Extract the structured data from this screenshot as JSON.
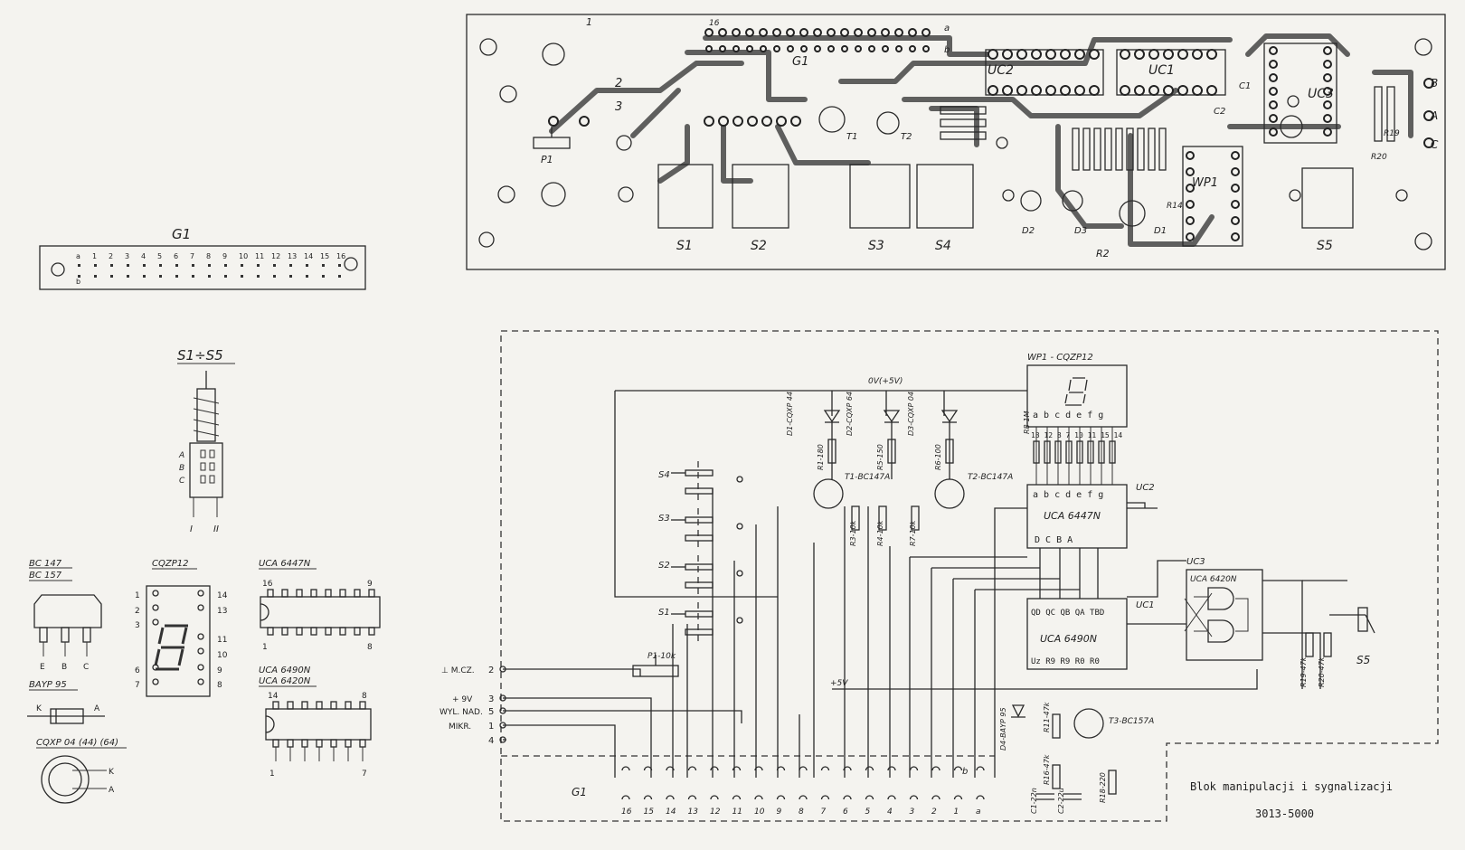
{
  "connector": {
    "title": "G1",
    "top_pins": [
      "a",
      "1",
      "2",
      "3",
      "4",
      "5",
      "6",
      "7",
      "8",
      "9",
      "10",
      "11",
      "12",
      "13",
      "14",
      "15",
      "16"
    ],
    "bottom_pin": "b"
  },
  "switch": {
    "title": "S1÷S5",
    "pins": [
      "A",
      "B",
      "C"
    ],
    "positions": [
      "I",
      "II"
    ]
  },
  "parts": {
    "transistor": {
      "title1": "BC 147",
      "title2": "BC 157",
      "pins": [
        "E",
        "B",
        "C"
      ]
    },
    "diode": {
      "title": "BAYP 95",
      "k": "K",
      "a": "A"
    },
    "led": {
      "title": "CQXP 04 (44) (64)",
      "k": "K",
      "a": "A"
    },
    "display": {
      "title": "CQZP12",
      "left_pins": [
        "1",
        "2",
        "3",
        "6",
        "7"
      ],
      "right_pins": [
        "14",
        "13",
        "11",
        "10",
        "9",
        "8"
      ]
    },
    "ic16": {
      "title": "UCA 6447N",
      "p16": "16",
      "p9": "9",
      "p1": "1",
      "p8": "8"
    },
    "ic14": {
      "title1": "UCA 6490N",
      "title2": "UCA 6420N",
      "p14": "14",
      "p8": "8",
      "p1": "1",
      "p7": "7"
    }
  },
  "pcb": {
    "labels": {
      "uc2": "UC2",
      "uc1": "UC1",
      "uc3": "UC3",
      "wp1": "WP1",
      "g1": "G1",
      "p1": "P1",
      "s1": "S1",
      "s2": "S2",
      "s3": "S3",
      "s4": "S4",
      "s5": "S5",
      "d1": "D1",
      "d2": "D2",
      "d3": "D3",
      "r2": "R2",
      "c1": "C1",
      "c2": "C2",
      "t1": "T1",
      "t2": "T2",
      "r14": "R14",
      "r19": "R19",
      "r20": "R20",
      "n1": "1",
      "n2": "2",
      "n3": "3",
      "n16": "16",
      "na": "a",
      "nb": "b",
      "side_b": "B",
      "side_a": "A",
      "side_c": "C"
    }
  },
  "schematic": {
    "wp1": "WP1 - CQZP12",
    "wp1_pins": "a b c d e f g",
    "wp1_pinnums": "13 12 8 7 10 11 15 14",
    "uc2": "UC2",
    "uc2_type": "UCA 6447N",
    "uc2_pins": "a b c d e f g",
    "uc2_in": "D  C  B  A",
    "uc1": "UC1",
    "uc1_type": "UCA 6490N",
    "uc1_pins": "QD QC QB QA TBD",
    "uc1_low": "Uz  R9  R9  R0  R0",
    "uc3": "UC3",
    "uc3_type": "UCA 6420N",
    "supply_top": "0V(+5V)",
    "plus5": "+5V",
    "t1": "T1-BC147A",
    "t2": "T2-BC147A",
    "t3": "T3-BC157A",
    "p1": "P1-10k",
    "d1": "D1-CQXP 44",
    "d2": "D2-CQXP 64",
    "d3": "D3-CQXP 04",
    "r_labels": [
      "R1-180",
      "R5-150",
      "R6-100",
      "R3-10k",
      "R4-10k",
      "R7-10k",
      "R8-1M"
    ],
    "r_low": [
      "R11-47k",
      "R16-47k",
      "R18-220",
      "R19-47k",
      "R20-47k"
    ],
    "c_low": [
      "C1-22n",
      "C2-22u"
    ],
    "d4": "D4-BAYP 95",
    "inputs": [
      {
        "label": "⊥ M.CZ.",
        "pin": "2"
      },
      {
        "label": "+ 9V",
        "pin": "3"
      },
      {
        "label": "WYL. NAD.",
        "pin": "5"
      },
      {
        "label": "MIKR.",
        "pin": "1"
      },
      {
        "label": "",
        "pin": "4"
      }
    ],
    "s_labels": [
      "S4",
      "S3",
      "S2",
      "S1",
      "S5"
    ],
    "g1": "G1",
    "g1_pins": [
      "16",
      "15",
      "14",
      "13",
      "12",
      "11",
      "10",
      "9",
      "8",
      "7",
      "6",
      "5",
      "4",
      "3",
      "2",
      "1",
      "a"
    ],
    "g1_b": "b"
  },
  "caption": {
    "line1": "Blok manipulacji i sygnalizacji",
    "line2": "3013-5000"
  }
}
